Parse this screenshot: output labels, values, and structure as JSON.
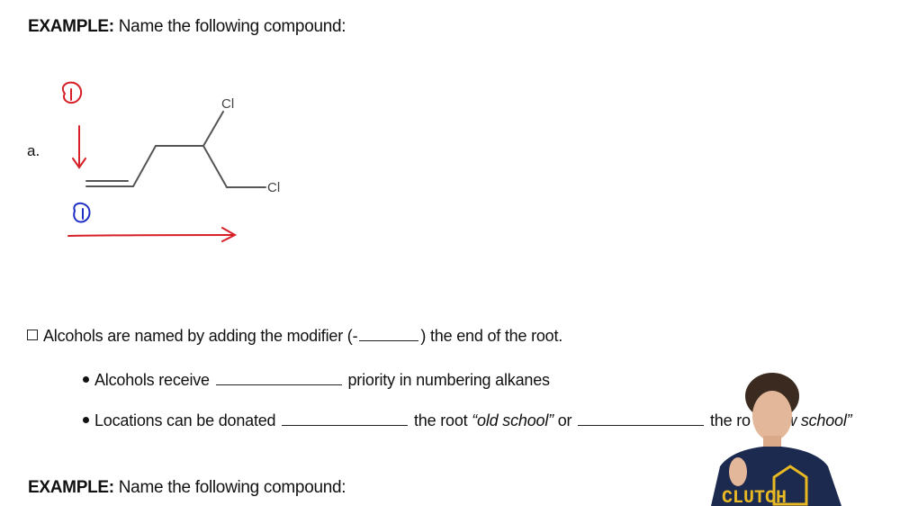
{
  "examples": [
    {
      "keyword": "EXAMPLE:",
      "prompt": "Name the following compound:"
    },
    {
      "keyword": "EXAMPLE:",
      "prompt": "Name the following compound:"
    }
  ],
  "problem": {
    "label": "a.",
    "atoms": {
      "cl_top": "Cl",
      "cl_right": "Cl"
    },
    "annotations": {
      "red_circle": "1",
      "blue_circle": "1"
    },
    "annotation_colors": {
      "red": "#d61f26",
      "blue": "#1f2fc4"
    }
  },
  "notes": {
    "line1": {
      "pre": "Alcohols are named by adding the modifier (-",
      "post": ") the end of the root."
    },
    "bullets": [
      {
        "pre": "Alcohols receive",
        "post": "priority in numbering alkanes"
      },
      {
        "pre": "Locations can be donated",
        "mid": "the root",
        "mid_italic": "“old school”",
        "or": "or",
        "post": "the ro",
        "post_italic": "w school”"
      }
    ]
  },
  "presenter": {
    "shirt_text": "CLUTCH",
    "shirt_color": "#1b2a4e",
    "logo_color": "#e8b923"
  }
}
